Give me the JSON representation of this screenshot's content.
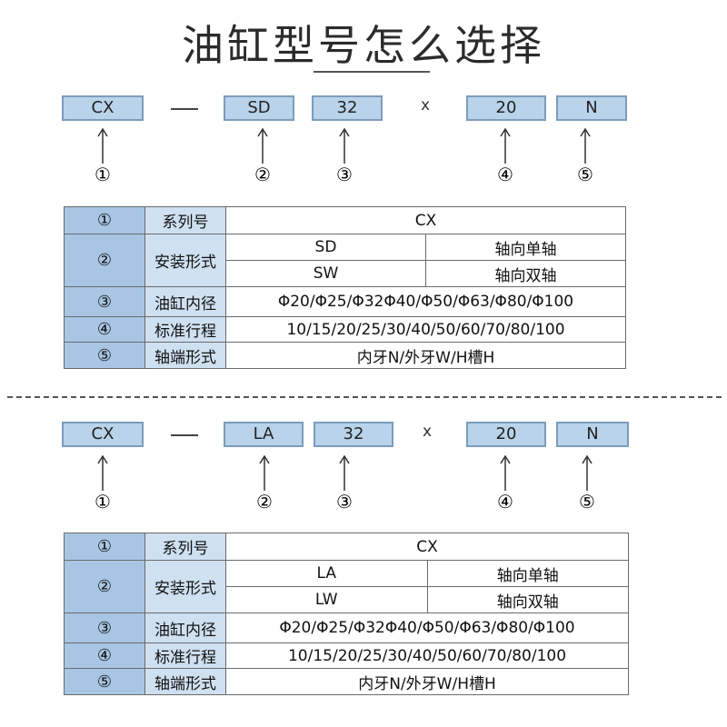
{
  "title": "油缸型号怎么选择",
  "dash": "—",
  "x_mark": "x",
  "callouts": [
    "①",
    "②",
    "③",
    "④",
    "⑤"
  ],
  "sections": [
    {
      "code": {
        "series": "CX",
        "mount": "SD",
        "bore": "32",
        "stroke": "20",
        "rod_end": "N"
      },
      "table": {
        "r1": {
          "num": "①",
          "label": "系列号",
          "value": "CX"
        },
        "r2": {
          "num": "②",
          "label": "安装形式",
          "opt1_code": "SD",
          "opt1_desc": "轴向单轴",
          "opt2_code": "SW",
          "opt2_desc": "轴向双轴"
        },
        "r3": {
          "num": "③",
          "label": "油缸内径",
          "value": "Φ20/Φ25/Φ32Φ40/Φ50/Φ63/Φ80/Φ100"
        },
        "r4": {
          "num": "④",
          "label": "标准行程",
          "value": "10/15/20/25/30/40/50/60/70/80/100"
        },
        "r5": {
          "num": "⑤",
          "label": "轴端形式",
          "value": "内牙N/外牙W/H槽H"
        }
      }
    },
    {
      "code": {
        "series": "CX",
        "mount": "LA",
        "bore": "32",
        "stroke": "20",
        "rod_end": "N"
      },
      "table": {
        "r1": {
          "num": "①",
          "label": "系列号",
          "value": "CX"
        },
        "r2": {
          "num": "②",
          "label": "安装形式",
          "opt1_code": "LA",
          "opt1_desc": "轴向单轴",
          "opt2_code": "LW",
          "opt2_desc": "轴向双轴"
        },
        "r3": {
          "num": "③",
          "label": "油缸内径",
          "value": "Φ20/Φ25/Φ32Φ40/Φ50/Φ63/Φ80/Φ100"
        },
        "r4": {
          "num": "④",
          "label": "标准行程",
          "value": "10/15/20/25/30/40/50/60/70/80/100"
        },
        "r5": {
          "num": "⑤",
          "label": "轴端形式",
          "value": "内牙N/外牙W/H槽H"
        }
      }
    }
  ],
  "colors": {
    "box_fill": "#b8d3ea",
    "box_border": "#7d9cba",
    "header_col": "#a8c6e4",
    "label_col": "#cfe0f1"
  }
}
